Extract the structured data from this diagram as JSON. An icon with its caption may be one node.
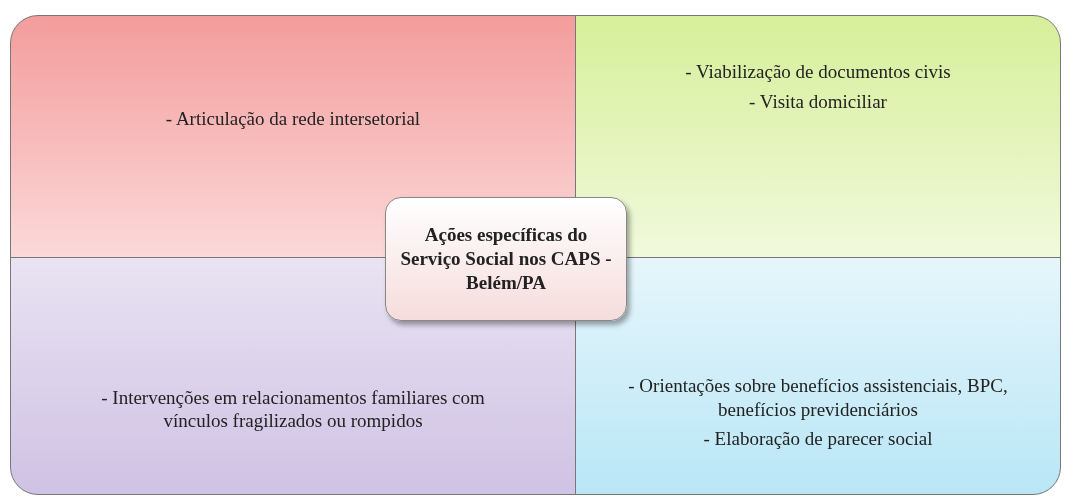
{
  "diagram": {
    "nodes": [
      {
        "text": [
          "- Articulação da rede intersetorial"
        ]
      },
      {
        "text": [
          "- Viabilização de documentos civis",
          "- Visita domiciliar"
        ]
      },
      {
        "text": [
          "- Intervenções em relacionamentos familiares com vínculos fragilizados ou rompidos"
        ]
      },
      {
        "text": [
          "- Orientações sobre benefícios assistenciais, BPC, benefícios previdenciários",
          "- Elaboração de parecer social"
        ]
      },
      {
        "text": [
          "Ações específicas do Serviço Social nos CAPS - Belém/PA"
        ]
      }
    ]
  }
}
